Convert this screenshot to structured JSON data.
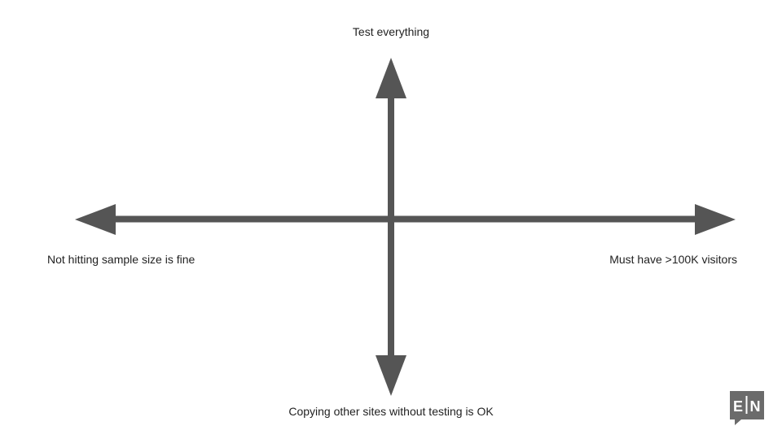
{
  "diagram": {
    "labels": {
      "top": "Test everything",
      "bottom": "Copying other sites without testing is OK",
      "left": "Not hitting sample size is fine",
      "right": "Must have >100K visitors"
    },
    "colors": {
      "axis": "#555555",
      "text": "#222222",
      "logo_bg": "#6b6b6b",
      "logo_fg": "#ffffff"
    }
  },
  "logo": {
    "text_left": "E",
    "text_right": "N"
  }
}
